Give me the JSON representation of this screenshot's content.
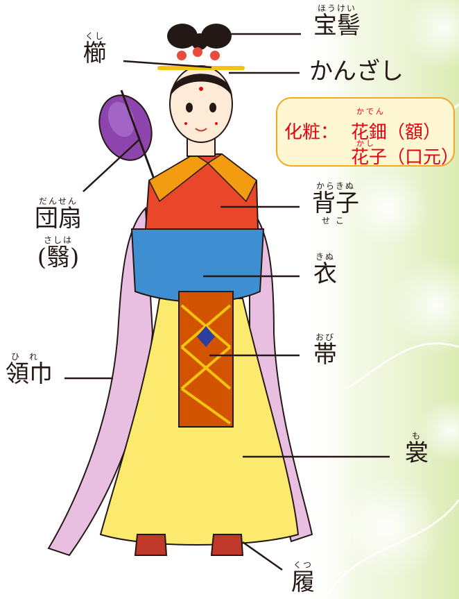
{
  "colors": {
    "text": "#231815",
    "makeup_text": "#e60012",
    "makeup_border": "#f5a623",
    "makeup_fill": "#fff7d1",
    "background_accent": "#e5f0c8"
  },
  "labels": {
    "houkei": {
      "ruby": "ほうけい",
      "text": "宝髻"
    },
    "kushi": {
      "ruby": "くし",
      "text": "櫛"
    },
    "kanzashi": {
      "text": "かんざし"
    },
    "dansen": {
      "ruby": "だんせん",
      "text": "団扇",
      "alt_ruby": "さしは",
      "alt_text": "(翳)"
    },
    "karaginu": {
      "ruby": "からきぬ",
      "text": "背子",
      "ruby_below": "せこ"
    },
    "kinu": {
      "ruby": "きぬ",
      "text": "衣"
    },
    "obi": {
      "ruby": "おび",
      "text": "帯"
    },
    "hire": {
      "ruby": "ひれ",
      "text": "領巾"
    },
    "mo": {
      "ruby": "も",
      "text": "裳"
    },
    "kutsu": {
      "ruby": "くつ",
      "text": "履"
    }
  },
  "makeup": {
    "heading": "化粧：",
    "kaden_ruby": "かでん",
    "kaden": "花鈿",
    "kaden_place": "（額）",
    "kashi_ruby": "かし",
    "kashi": "花子",
    "kashi_place": "（口元）"
  }
}
